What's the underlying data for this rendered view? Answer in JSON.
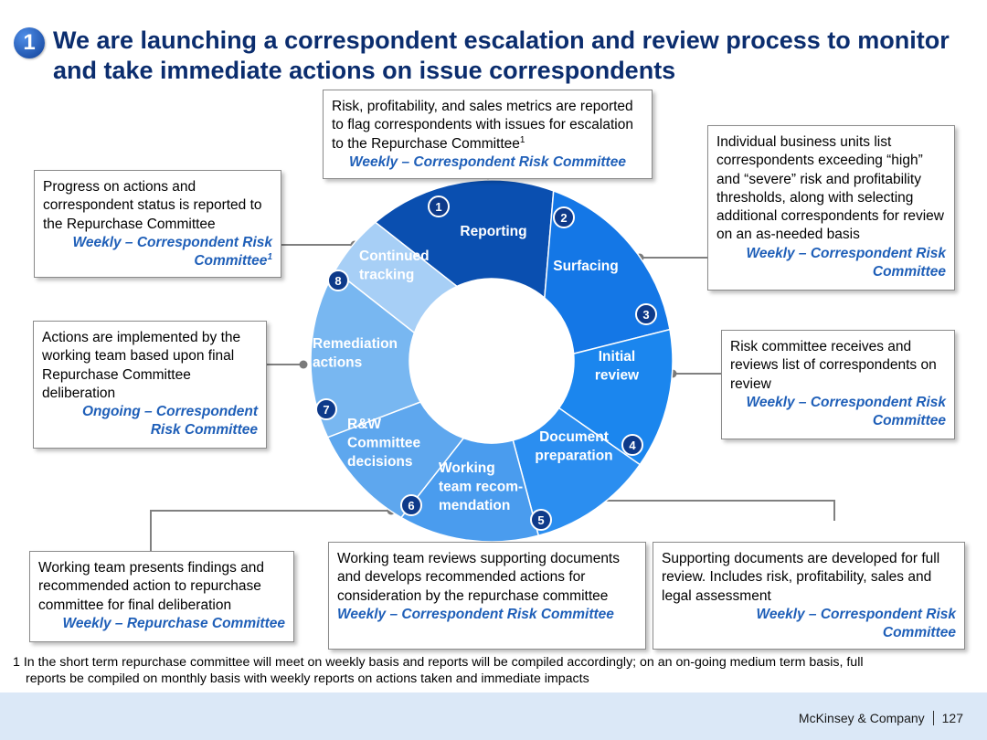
{
  "title": {
    "badge": "1",
    "text": "We are launching a correspondent escalation and review process to monitor and take immediate actions on issue correspondents"
  },
  "cycle": {
    "steps": [
      {
        "number": "1",
        "label_lines": [
          "Reporting"
        ]
      },
      {
        "number": "2",
        "label_lines": [
          "Surfacing"
        ]
      },
      {
        "number": "3",
        "label_lines": [
          "Initial",
          "review"
        ]
      },
      {
        "number": "4",
        "label_lines": [
          "Document",
          "preparation"
        ]
      },
      {
        "number": "5",
        "label_lines": [
          "Working",
          "team recom-",
          "mendation"
        ]
      },
      {
        "number": "6",
        "label_lines": [
          "R&W",
          "Committee",
          "decisions"
        ]
      },
      {
        "number": "7",
        "label_lines": [
          "Remediation",
          "actions"
        ]
      },
      {
        "number": "8",
        "label_lines": [
          "Continued",
          "tracking"
        ]
      }
    ],
    "colors": {
      "reporting": "#0a4fb0",
      "surfacing": "#1477e6",
      "initial": "#1b86ee",
      "document": "#2b8ef0",
      "working": "#4a9cee",
      "rw": "#5ea7ee",
      "remediation": "#78b7f1",
      "continued": "#a7cff6"
    }
  },
  "boxes": {
    "reporting": {
      "text": "Risk, profitability, and sales metrics are reported to flag correspondents with issues for escalation to the Repurchase Committee",
      "sup": "1",
      "cadence": "Weekly – Correspondent Risk Committee"
    },
    "tracking": {
      "text": "Progress on actions and correspondent status is reported to the Repurchase Committee",
      "cadence_line1": "Weekly – Correspondent Risk",
      "cadence_line2": "Committee",
      "sup": "1"
    },
    "surfacing": {
      "text": "Individual business units list correspondents exceeding “high” and “severe” risk and profitability thresholds, along with selecting additional correspondents for review on an as-needed basis",
      "cadence_line1": "Weekly – Correspondent Risk",
      "cadence_line2": "Committee"
    },
    "remediation": {
      "text": "Actions are implemented by the working team based upon final Repurchase Committee deliberation",
      "cadence_line1": "Ongoing – Correspondent",
      "cadence_line2": "Risk Committee"
    },
    "initial": {
      "text": "Risk committee receives and reviews list of correspondents on review",
      "cadence_line1": "Weekly – Correspondent Risk",
      "cadence_line2": "Committee"
    },
    "rw": {
      "text": "Working team presents findings and recommended action to repurchase committee for final deliberation",
      "cadence": "Weekly – Repurchase Committee"
    },
    "working": {
      "text": "Working team reviews supporting documents and develops recommended actions for consideration by the repurchase committee",
      "cadence": "Weekly – Correspondent Risk Committee"
    },
    "document": {
      "text": "Supporting documents are developed for full review.  Includes risk, profitability, sales and legal assessment",
      "cadence_line1": "Weekly – Correspondent Risk",
      "cadence_line2": "Committee"
    }
  },
  "footnote": {
    "marker": "1",
    "line1": "In the short term repurchase committee will meet on weekly basis and reports will be compiled accordingly; on an on-going medium term basis, full",
    "line2": "reports be compiled on monthly basis with weekly reports on actions taken and immediate impacts"
  },
  "footer": {
    "company": "McKinsey & Company",
    "page": "127",
    "bar_color": "#dbe8f7"
  }
}
